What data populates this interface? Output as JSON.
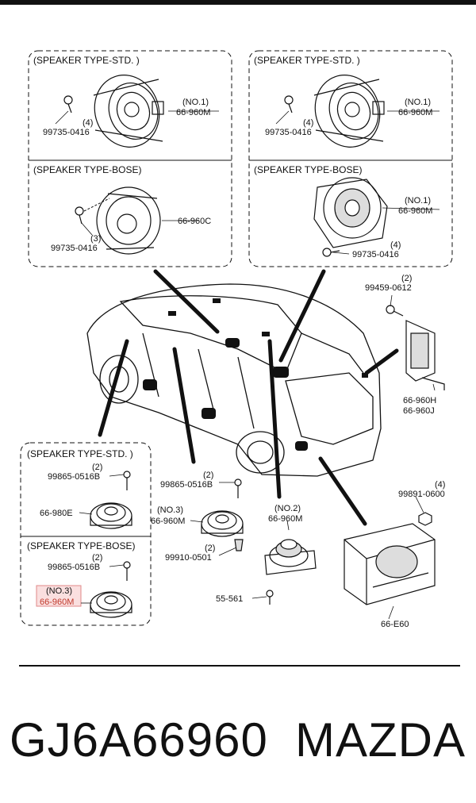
{
  "footer": {
    "part_number": "GJ6A66960",
    "brand": "MAZDA"
  },
  "colors": {
    "line": "#111111",
    "highlight_box": "#f3b9b9",
    "highlight_text": "#c0392b"
  },
  "panels": {
    "top_left": {
      "std_title": "(SPEAKER TYPE-STD. )",
      "std_no": "(NO.1)",
      "std_part": "66-960M",
      "std_qty": "(4)",
      "std_screw": "99735-0416",
      "bose_title": "(SPEAKER TYPE-BOSE)",
      "bose_part": "66-960C",
      "bose_qty": "(3)",
      "bose_screw": "99735-0416"
    },
    "top_right": {
      "std_title": "(SPEAKER TYPE-STD. )",
      "std_no": "(NO.1)",
      "std_part": "66-960M",
      "std_qty": "(4)",
      "std_screw": "99735-0416",
      "bose_title": "(SPEAKER TYPE-BOSE)",
      "bose_no": "(NO.1)",
      "bose_part": "66-960M",
      "bose_qty": "(4)",
      "bose_screw": "99735-0416"
    },
    "bottom_left": {
      "std_title": "(SPEAKER TYPE-STD. )",
      "std_qty": "(2)",
      "std_screw": "99865-0516B",
      "std_part": "66-980E",
      "bose_title": "(SPEAKER TYPE-BOSE)",
      "bose_qty": "(2)",
      "bose_screw": "99865-0516B",
      "bose_no": "(NO.3)",
      "bose_part": "66-960M"
    }
  },
  "callouts": {
    "tweeter_qty": "(2)",
    "tweeter_screw": "99459-0612",
    "tweeter_part_h": "66-960H",
    "tweeter_part_j": "66-960J",
    "mid_qty": "(2)",
    "mid_screw": "99865-0516B",
    "mid_no": "(NO.3)",
    "mid_part": "66-960M",
    "mid_clip_qty": "(2)",
    "mid_clip": "99910-0501",
    "center_no": "(NO.2)",
    "center_part": "66-960M",
    "center_screw": "55-561",
    "amp_qty": "(4)",
    "amp_nut": "99891-0600",
    "amp_part": "66-E60"
  }
}
